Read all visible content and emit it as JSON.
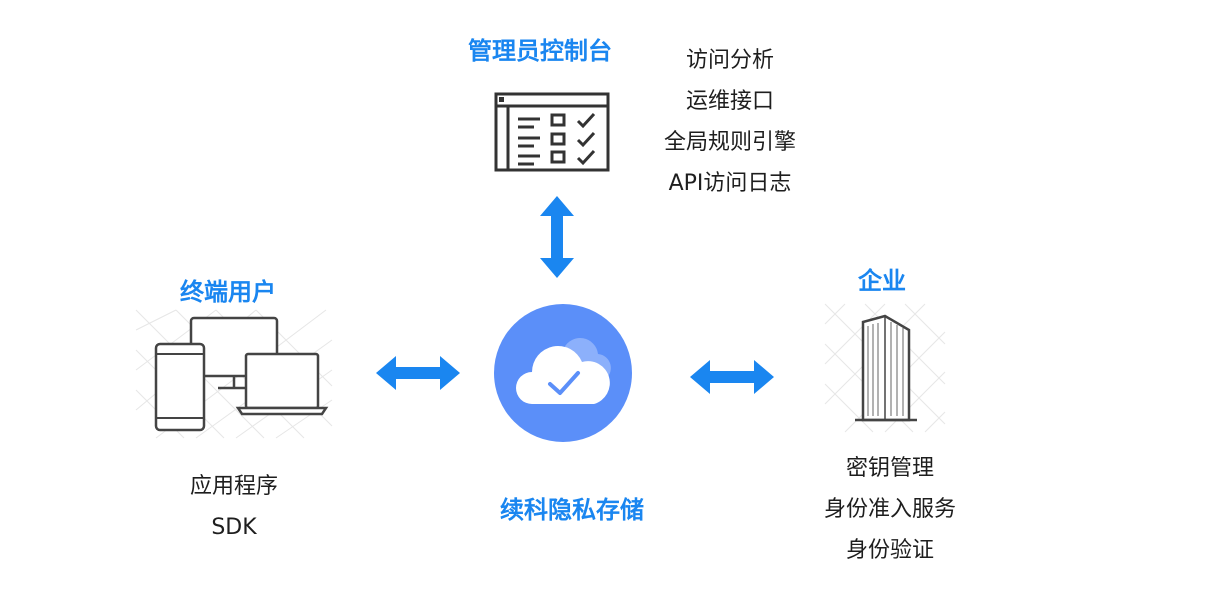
{
  "admin": {
    "title": "管理员控制台",
    "features": [
      "访问分析",
      "运维接口",
      "全局规则引擎",
      "API访问日志"
    ]
  },
  "end_user": {
    "title": "终端用户",
    "items": [
      "应用程序",
      "SDK"
    ]
  },
  "center": {
    "title": "续科隐私存储"
  },
  "enterprise": {
    "title": "企业",
    "items": [
      "密钥管理",
      "身份准入服务",
      "身份验证"
    ]
  },
  "colors": {
    "accent": "#1a86f0",
    "arrow": "#1a86f0",
    "cloud_circle": "#5b8ff9",
    "icon_stroke": "#333333"
  }
}
